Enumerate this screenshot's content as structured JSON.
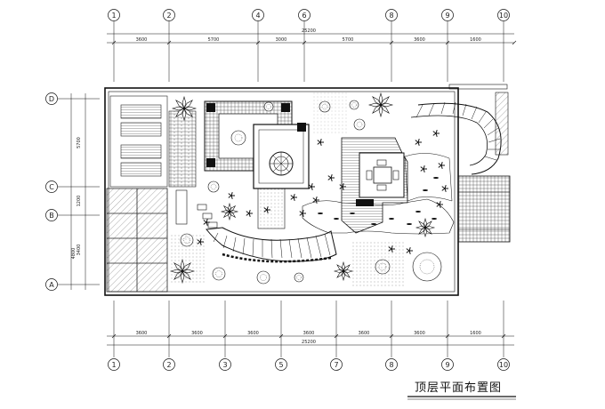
{
  "drawing": {
    "title": "顶层平面布置图"
  },
  "top_axes": [
    "1",
    "2",
    "4",
    "6",
    "8",
    "9",
    "10"
  ],
  "bottom_axes": [
    "1",
    "2",
    "3",
    "5",
    "7",
    "8",
    "9",
    "10"
  ],
  "left_axes": [
    "D",
    "C",
    "B",
    "A"
  ],
  "top_dimensions": {
    "total": "25200",
    "segments": [
      "3600",
      "5700",
      "3000",
      "5700",
      "3600",
      "1600"
    ]
  },
  "bottom_dimensions": {
    "total": "25200",
    "segments": [
      "3600",
      "3600",
      "3600",
      "3600",
      "3600",
      "3600",
      "1600"
    ]
  },
  "left_dimensions": {
    "segments": [
      "5700",
      "1200",
      "3400"
    ],
    "overall": "4800"
  },
  "colors": {
    "line": "#111111",
    "hatch": "#444444",
    "paper": "#ffffff"
  }
}
